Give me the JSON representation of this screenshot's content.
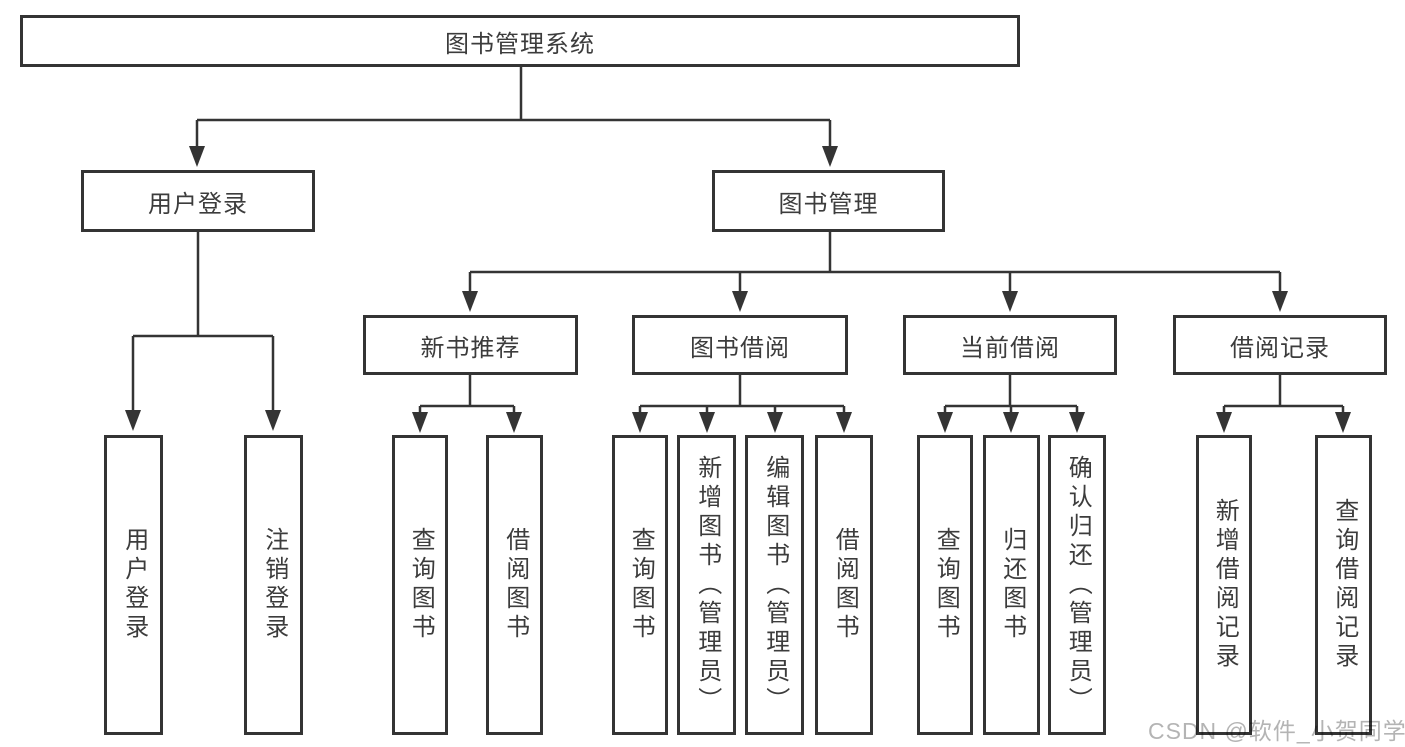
{
  "diagram": {
    "root": {
      "label": "图书管理系统"
    },
    "branches": [
      {
        "label": "用户登录",
        "children": [
          {
            "label": "用户登录"
          },
          {
            "label": "注销登录"
          }
        ]
      },
      {
        "label": "图书管理",
        "children": [
          {
            "label": "新书推荐",
            "children": [
              {
                "label": "查询图书"
              },
              {
                "label": "借阅图书"
              }
            ]
          },
          {
            "label": "图书借阅",
            "children": [
              {
                "label": "查询图书"
              },
              {
                "label": "新增图书（管理员）"
              },
              {
                "label": "编辑图书（管理员）"
              },
              {
                "label": "借阅图书"
              }
            ]
          },
          {
            "label": "当前借阅",
            "children": [
              {
                "label": "查询图书"
              },
              {
                "label": "归还图书"
              },
              {
                "label": "确认归还（管理员）"
              }
            ]
          },
          {
            "label": "借阅记录",
            "children": [
              {
                "label": "新增借阅记录"
              },
              {
                "label": "查询借阅记录"
              }
            ]
          }
        ]
      }
    ]
  },
  "colors": {
    "line": "#343434",
    "text": "#3c3c3c",
    "watermark": "#b4b4b4",
    "background": "#ffffff"
  },
  "watermark": {
    "text": "CSDN @软件_小贺同学"
  }
}
